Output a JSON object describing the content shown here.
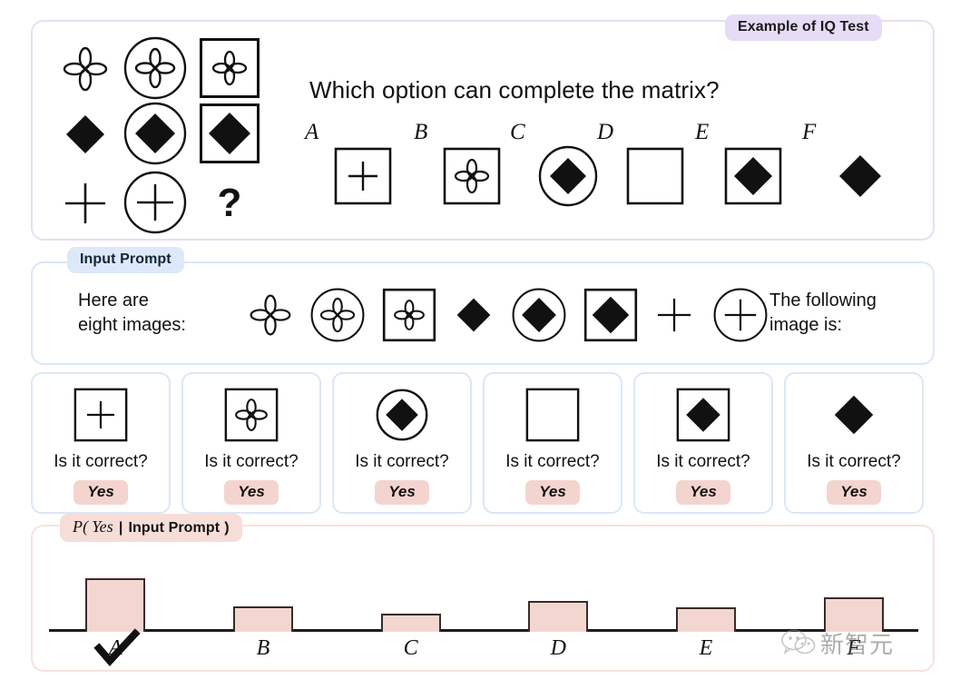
{
  "iq_panel": {
    "badge": "Example of IQ Test",
    "question": "Which option can complete the matrix?",
    "matrix": {
      "rows": [
        {
          "shape": "flower",
          "cells": [
            "flower-plain",
            "flower-in-circle",
            "flower-in-square"
          ]
        },
        {
          "shape": "diamond",
          "cells": [
            "diamond-plain",
            "diamond-in-circle",
            "diamond-in-square"
          ]
        },
        {
          "shape": "plus",
          "cells": [
            "plus-plain",
            "plus-in-circle",
            "question-mark"
          ]
        }
      ],
      "missing_cell": "?"
    },
    "options": [
      {
        "letter": "A",
        "shape": "plus-in-square"
      },
      {
        "letter": "B",
        "shape": "flower-in-square"
      },
      {
        "letter": "C",
        "shape": "diamond-in-circle"
      },
      {
        "letter": "D",
        "shape": "empty-square"
      },
      {
        "letter": "E",
        "shape": "diamond-in-square"
      },
      {
        "letter": "F",
        "shape": "diamond-plain"
      }
    ]
  },
  "prompt_panel": {
    "badge": "Input Prompt",
    "lead_text": "Here are\neight images:",
    "trail_text": "The following\nimage is:",
    "sequence": [
      "flower-plain",
      "flower-in-circle",
      "flower-in-square",
      "diamond-plain",
      "diamond-in-circle",
      "diamond-in-square",
      "plus-plain",
      "plus-in-circle"
    ]
  },
  "cards": [
    {
      "option": "A",
      "shape": "plus-in-square",
      "question": "Is it correct?",
      "answer": "Yes"
    },
    {
      "option": "B",
      "shape": "flower-in-square",
      "question": "Is it correct?",
      "answer": "Yes"
    },
    {
      "option": "C",
      "shape": "diamond-in-circle",
      "question": "Is it correct?",
      "answer": "Yes"
    },
    {
      "option": "D",
      "shape": "empty-square",
      "question": "Is it correct?",
      "answer": "Yes"
    },
    {
      "option": "E",
      "shape": "diamond-in-square",
      "question": "Is it correct?",
      "answer": "Yes"
    },
    {
      "option": "F",
      "shape": "diamond-plain",
      "question": "Is it correct?",
      "answer": "Yes"
    }
  ],
  "chart_badge": {
    "prefix": "P(",
    "yes": "Yes",
    "middle": "|",
    "condition": "Input Prompt",
    "suffix": ")"
  },
  "chart_data": {
    "type": "bar",
    "title": "P( Yes | Input Prompt )",
    "categories": [
      "A",
      "B",
      "C",
      "D",
      "E",
      "F"
    ],
    "values": [
      0.72,
      0.34,
      0.24,
      0.41,
      0.33,
      0.46
    ],
    "xlabel": "",
    "ylabel": "",
    "ylim": [
      0,
      1
    ],
    "grid": false,
    "legend": null,
    "selected_category": "A",
    "annotation": "checkmark over A",
    "bar_fill": "#f4d6d1",
    "bar_stroke": "#3a2b28"
  },
  "watermark": {
    "text": "新智元"
  },
  "colors": {
    "iq_badge": "#e6dcf6",
    "iq_border": "#e8ddf2",
    "prompt_badge": "#dde9f9",
    "prompt_border": "#dbe7f7",
    "chart_badge": "#f7ddd8",
    "chart_border": "#f6e2de",
    "yes_badge": "#f4d4cf",
    "ink": "#111111"
  }
}
